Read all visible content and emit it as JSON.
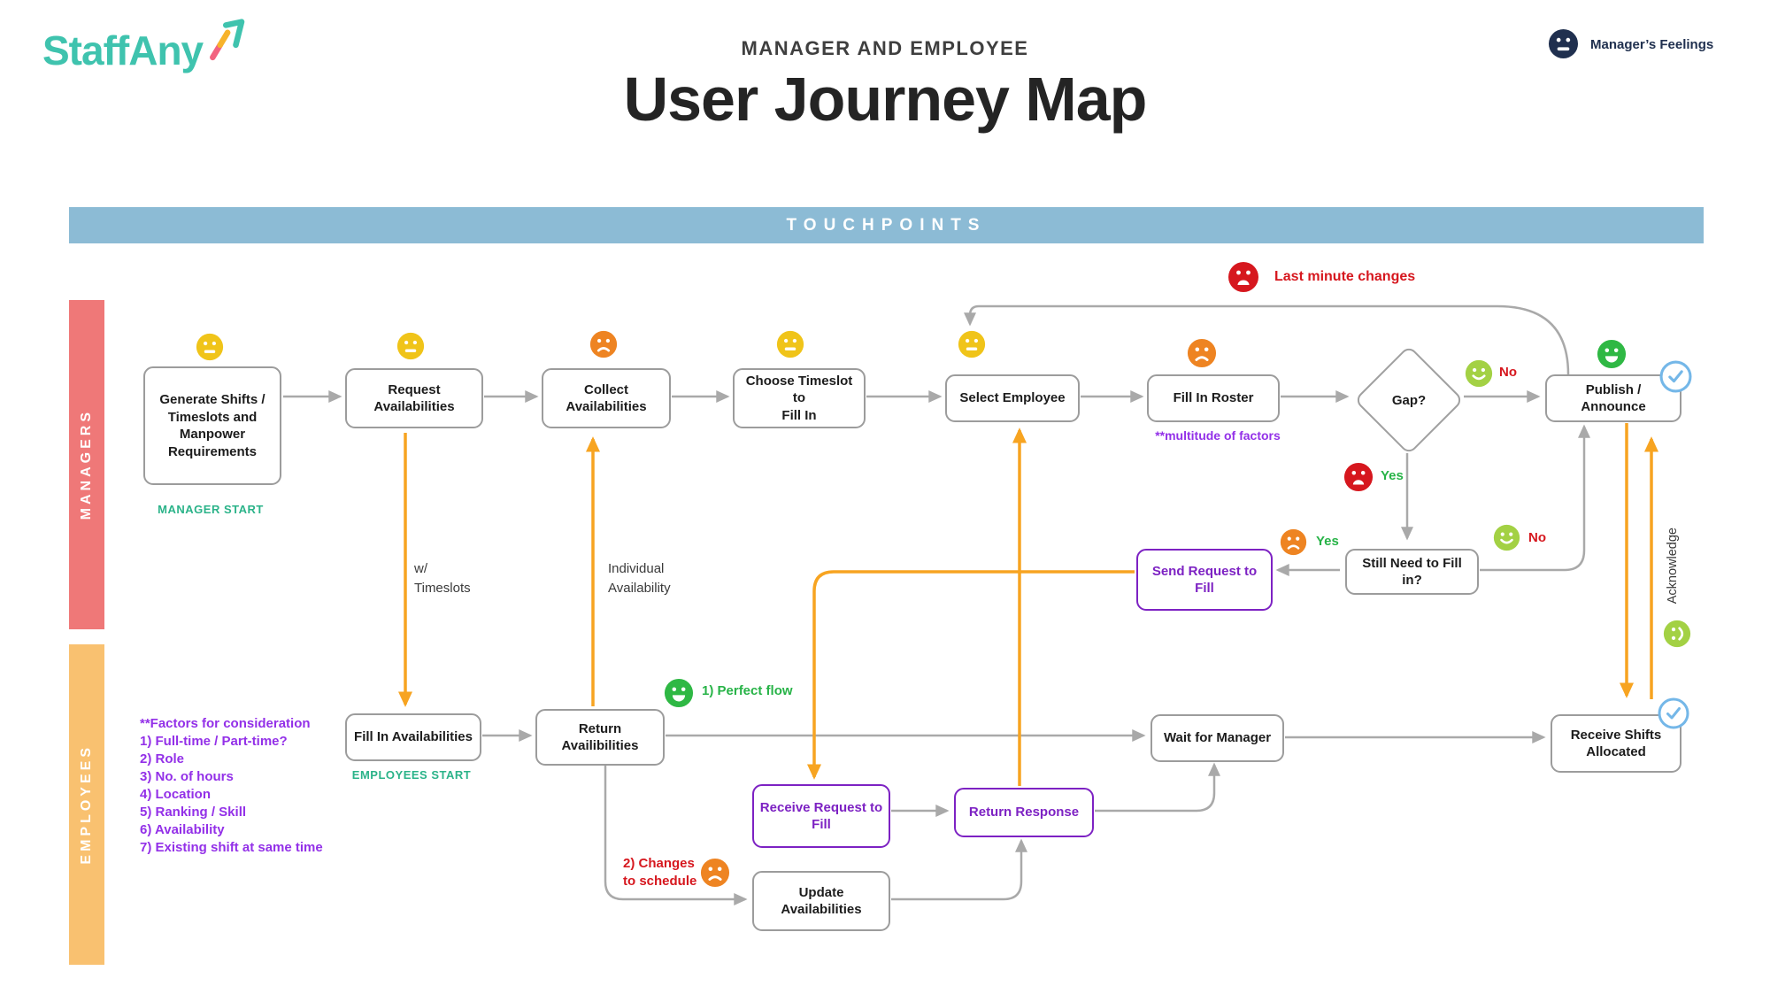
{
  "header": {
    "brand": "StaffAny",
    "kicker": "MANAGER AND EMPLOYEE",
    "title": "User Journey Map",
    "legend": {
      "icon": "neutral-face",
      "label": "Manager’s Feelings"
    }
  },
  "banner": {
    "label": "TOUCHPOINTS"
  },
  "lanes": {
    "managers": "MANAGERS",
    "employees": "EMPLOYEES"
  },
  "nodes": {
    "generate": "Generate Shifts /\nTimeslots and\nManpower\nRequirements",
    "request": "Request\nAvailabilities",
    "collect": "Collect\nAvailabilities",
    "choose": "Choose Timeslot to\nFill In",
    "select": "Select Employee",
    "fill_roster": "Fill In Roster",
    "gap": "Gap?",
    "publish": "Publish / Announce",
    "send_request": "Send Request to\nFill",
    "still_need": "Still Need to Fill in?",
    "fill_in_avail": "Fill In Availabilities",
    "return_avail": "Return\nAvailibilities",
    "receive_request": "Receive Request to\nFill",
    "return_response": "Return Response",
    "wait_manager": "Wait for Manager",
    "update_avail": "Update\nAvailabilities",
    "receive_shifts": "Receive Shifts\nAllocated"
  },
  "annotations": {
    "manager_start": "MANAGER START",
    "employees_start": "EMPLOYEES START",
    "multitude_of_factors": "**multitude of factors",
    "factors": "**Factors for consideration\n1) Full-time / Part-time?\n2) Role\n3) No. of hours\n4) Location\n5) Ranking / Skill\n6) Availability\n7) Existing shift at same time",
    "w_timeslots": "w/\nTimeslots",
    "individual_availability": "Individual\nAvailability",
    "perfect_flow": "1) Perfect flow",
    "changes_to_schedule": "2) Changes\nto schedule",
    "last_minute_changes": "Last minute changes",
    "acknowledge": "Acknowledge",
    "gap_no": "No",
    "gap_yes": "Yes",
    "still_need_yes": "Yes",
    "still_need_no": "No"
  },
  "emotions": {
    "generate": "neutral",
    "request": "neutral",
    "collect": "sad",
    "choose": "neutral",
    "select": "neutral",
    "fill_roster": "sad",
    "publish": "happy",
    "last_minute_changes": "angry",
    "gap_no": "pleased",
    "gap_yes": "angry",
    "still_need_yes": "sad",
    "still_need_no": "pleased",
    "perfect_flow": "happy",
    "changes_to_schedule": "sad",
    "acknowledge": "pleased-sideways",
    "legend": "neutral-dark"
  },
  "colors": {
    "brand_teal": "#3fc3ae",
    "banner_blue": "#8cbbd5",
    "managers_rail": "#ef7878",
    "employees_rail": "#f9c170",
    "line_gray": "#a9a9a9",
    "accent_orange": "#f7a421",
    "purple_node": "#7d22c3",
    "annotation_purple": "#9330e8",
    "green_label": "#27b347",
    "teal_label": "#2bb389",
    "red_label": "#d6171e",
    "emoji_yellow": "#f0c419",
    "emoji_orange": "#ee8422",
    "emoji_red": "#d6171e",
    "emoji_green": "#2fb844",
    "emoji_lightgreen": "#a3d144",
    "check_blue": "#74b7e8",
    "legend_navy": "#20304f"
  }
}
